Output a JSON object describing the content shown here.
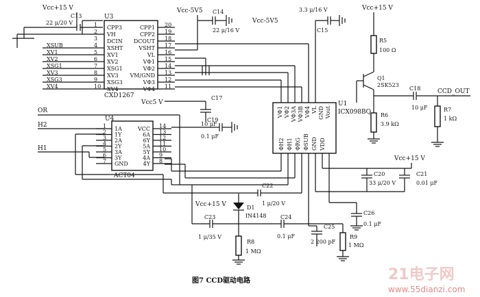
{
  "caption": "图7   CCD驱动电路",
  "watermark": {
    "logo": "21电子网",
    "url": "www.55dianzi.com"
  },
  "u3": {
    "designator": "U3",
    "part": "CXD1267",
    "left_pins": [
      {
        "n": "1",
        "name": "CPP3"
      },
      {
        "n": "2",
        "name": "VH"
      },
      {
        "n": "3",
        "name": "DCIN"
      },
      {
        "n": "4",
        "name": "XSHT"
      },
      {
        "n": "5",
        "name": "XV1"
      },
      {
        "n": "6",
        "name": "XV2"
      },
      {
        "n": "7",
        "name": "XSG1"
      },
      {
        "n": "8",
        "name": "XV3"
      },
      {
        "n": "9",
        "name": "XSG3"
      },
      {
        "n": "10",
        "name": "XV4"
      }
    ],
    "right_pins": [
      {
        "n": "20",
        "name": "CPP1"
      },
      {
        "n": "19",
        "name": "CPP2"
      },
      {
        "n": "18",
        "name": "DCOUT"
      },
      {
        "n": "17",
        "name": "VSHT"
      },
      {
        "n": "16",
        "name": "VL"
      },
      {
        "n": "15",
        "name": "VΦ1"
      },
      {
        "n": "14",
        "name": "VΦ2"
      },
      {
        "n": "13",
        "name": "VM/GND"
      },
      {
        "n": "12",
        "name": "VΦ3"
      },
      {
        "n": "11",
        "name": "VΦ4"
      }
    ]
  },
  "inputs": [
    "XSUB",
    "XV1",
    "XV2",
    "XSG1",
    "XV3",
    "XSG3",
    "XV4"
  ],
  "u4": {
    "designator": "U4",
    "part": "ACT04",
    "left_pins": [
      {
        "n": "1",
        "name": "1A"
      },
      {
        "n": "2",
        "name": "1Y"
      },
      {
        "n": "3",
        "name": "2A"
      },
      {
        "n": "4",
        "name": "2Y"
      },
      {
        "n": "5",
        "name": "3A"
      },
      {
        "n": "6",
        "name": "3Y"
      },
      {
        "n": "7",
        "name": "GND"
      }
    ],
    "right_pins": [
      {
        "n": "14",
        "name": "VCC"
      },
      {
        "n": "13",
        "name": "6A"
      },
      {
        "n": "12",
        "name": "6Y"
      },
      {
        "n": "11",
        "name": "5A"
      },
      {
        "n": "10",
        "name": "5Y"
      },
      {
        "n": "9",
        "name": "4A"
      },
      {
        "n": "8",
        "name": "4Y"
      }
    ]
  },
  "u4_inputs": [
    "OR",
    "H2",
    "H1"
  ],
  "u1": {
    "designator": "U1",
    "part": "ICX098BQ",
    "top_pins": [
      "VΦ1",
      "VΦ2",
      "VΦ3A",
      "VΦ3B",
      "VΦ4",
      "VL",
      "GND",
      "Vout"
    ],
    "bottom_pins": [
      "ΦH2",
      "ΦH1",
      "ΦRG",
      "ΦSUB",
      "GND",
      "VDD"
    ]
  },
  "labels": {
    "vcc15_c13": "Vcc+15 V",
    "c13": "C13",
    "c13_val": "22 μ/20 V",
    "vcc5v5_c14": "Vcc-5V5",
    "c14": "C14",
    "c14_val": "22 μ/16 V",
    "vcc5v5_c15": "Vcc-5V5",
    "c15_val": "3.3 μ/16 V",
    "c15": "C15",
    "vcc15_q1": "Vcc+15 V",
    "r5": "R5",
    "r5_val": "100 Ω",
    "q1": "Q1",
    "q1_part": "2SK523",
    "c18": "C18",
    "ccd_out": "CCD_OUT",
    "r6": "R6",
    "r6_val": "3.9 kΩ",
    "c18_val": "10 μF",
    "r7": "R7",
    "r7_val": "1 kΩ",
    "vcc5v": "Vcc5 V",
    "c17": "C17",
    "c17_val": "10 μF",
    "c19": "C19",
    "c19_val": "0.1 μF",
    "vcc15_c20": "Vcc+15 V",
    "c20": "C20",
    "c20_val": "33 μ/20 V",
    "c21": "C21",
    "c21_val": "0.01 μF",
    "c22": "C22",
    "c22_val": "1 μ/20 V",
    "vcc15_d1": "Vcc+15 V",
    "d1": "D1",
    "d1_part": "IN4148",
    "c23": "C23",
    "c23_val": "1 μ/35 V",
    "c24": "C24",
    "c24_val": "0.1 μF",
    "c25": "C25",
    "c25_val": "2 200 pF",
    "c26": "C26",
    "c26_val": "0.1 μF",
    "r8": "R8",
    "r8_val": "1 MΩ",
    "r9": "R9",
    "r9_val": "1 MΩ"
  }
}
